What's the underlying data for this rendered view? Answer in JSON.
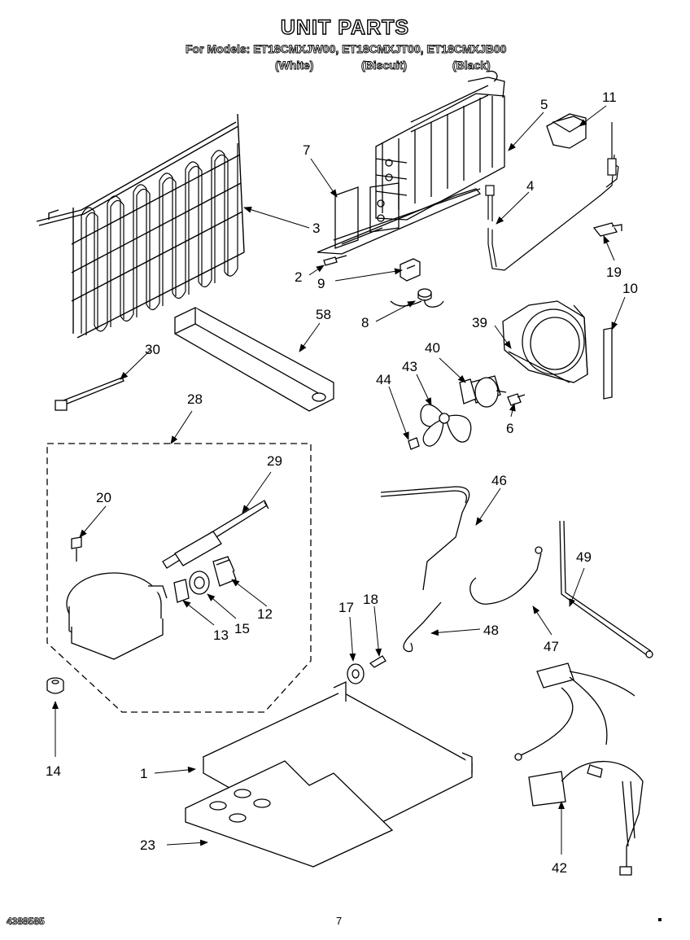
{
  "header": {
    "title": "UNIT PARTS",
    "models_line": "For Models: ET18CMXJW00, ET18CMXJT00, ET18CMXJB00",
    "colors": [
      "(White)",
      "(Biscuit)",
      "(Black)"
    ]
  },
  "callouts": {
    "c1": "1",
    "c2": "2",
    "c3": "3",
    "c4": "4",
    "c5": "5",
    "c6": "6",
    "c7": "7",
    "c8": "8",
    "c9": "9",
    "c10": "10",
    "c11": "11",
    "c12": "12",
    "c13": "13",
    "c14": "14",
    "c15": "15",
    "c17": "17",
    "c18": "18",
    "c19": "19",
    "c20": "20",
    "c23": "23",
    "c28": "28",
    "c29": "29",
    "c30": "30",
    "c39": "39",
    "c40": "40",
    "c42": "42",
    "c43": "43",
    "c44": "44",
    "c46": "46",
    "c47": "47",
    "c48": "48",
    "c49": "49",
    "c58": "58"
  },
  "footer": {
    "part_number": "4388585",
    "page_number": "7",
    "mark": "▪"
  }
}
